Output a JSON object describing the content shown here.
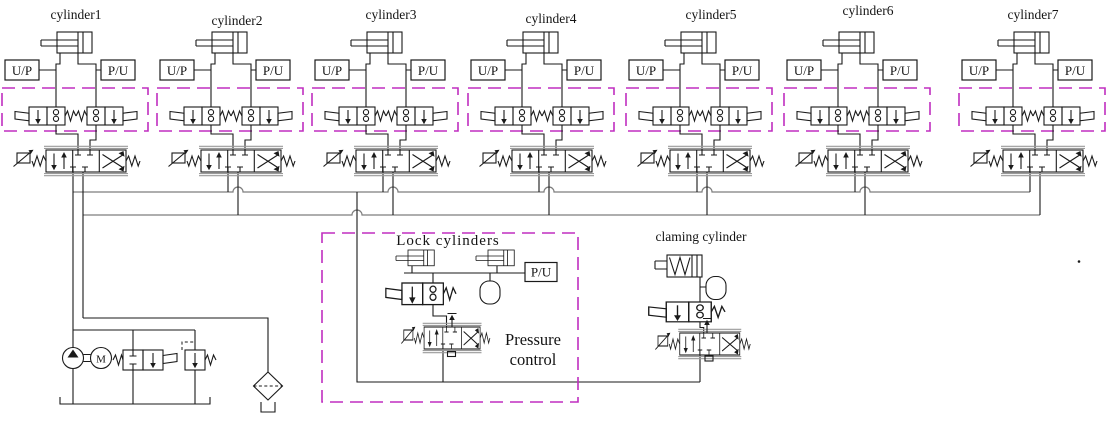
{
  "cylinders": [
    {
      "label": "cylinder1",
      "left_port": "U/P",
      "right_port": "P/U"
    },
    {
      "label": "cylinder2",
      "left_port": "U/P",
      "right_port": "P/U"
    },
    {
      "label": "cylinder3",
      "left_port": "U/P",
      "right_port": "P/U"
    },
    {
      "label": "cylinder4",
      "left_port": "U/P",
      "right_port": "P/U"
    },
    {
      "label": "cylinder5",
      "left_port": "U/P",
      "right_port": "P/U"
    },
    {
      "label": "cylinder6",
      "left_port": "U/P",
      "right_port": "P/U"
    },
    {
      "label": "cylinder7",
      "left_port": "U/P",
      "right_port": "P/U"
    }
  ],
  "pressure_control": {
    "title": "Lock cylinders",
    "port_label": "P/U",
    "caption_line1": "Pressure",
    "caption_line2": "control"
  },
  "clamping": {
    "label": "claming cylinder"
  },
  "pump": {
    "motor_label": "M"
  },
  "colors": {
    "line": "#1a1a1a",
    "bus": "#7d7d7d",
    "highlight": "#c02ec0"
  }
}
